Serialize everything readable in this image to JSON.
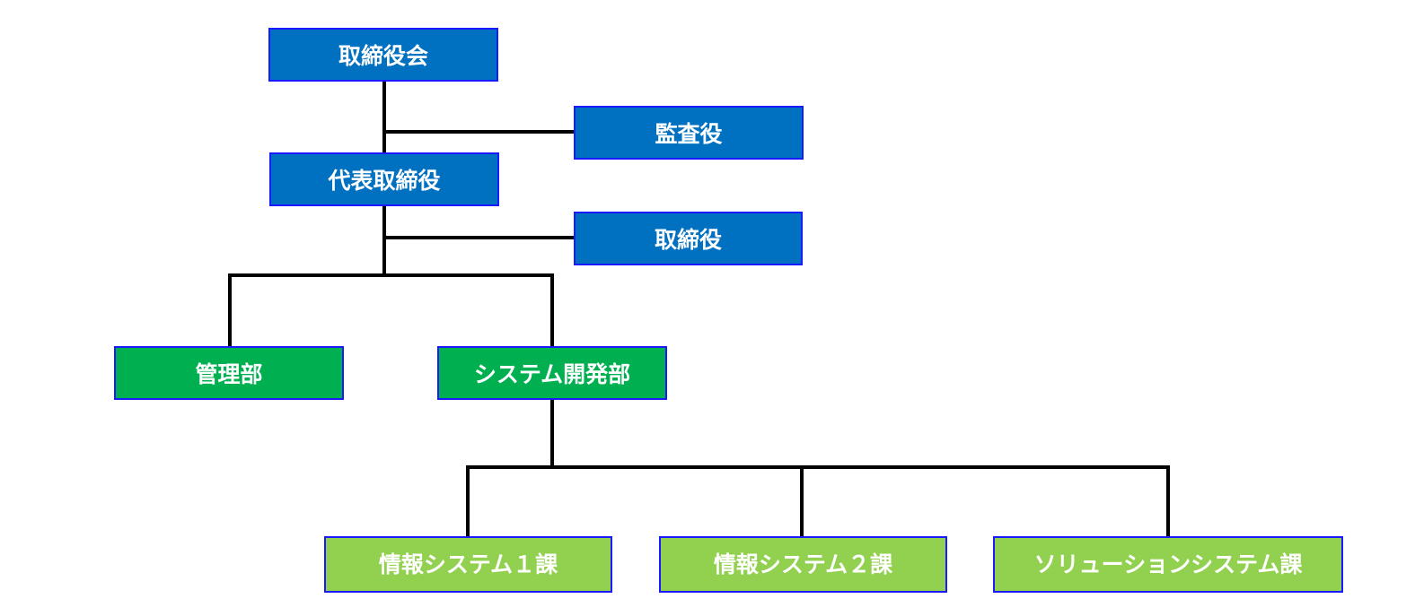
{
  "org_chart": {
    "board": "取締役会",
    "auditor": "監査役",
    "ceo": "代表取締役",
    "director": "取締役",
    "departments": [
      {
        "label": "管理部"
      },
      {
        "label": "システム開発部"
      }
    ],
    "sections": [
      {
        "label": "情報システム１課"
      },
      {
        "label": "情報システム２課"
      },
      {
        "label": "ソリューションシステム課"
      }
    ]
  },
  "colors": {
    "executive": "#0070c0",
    "department": "#00b050",
    "section": "#92d050",
    "border": "#1a1aff",
    "connector": "#000000"
  }
}
